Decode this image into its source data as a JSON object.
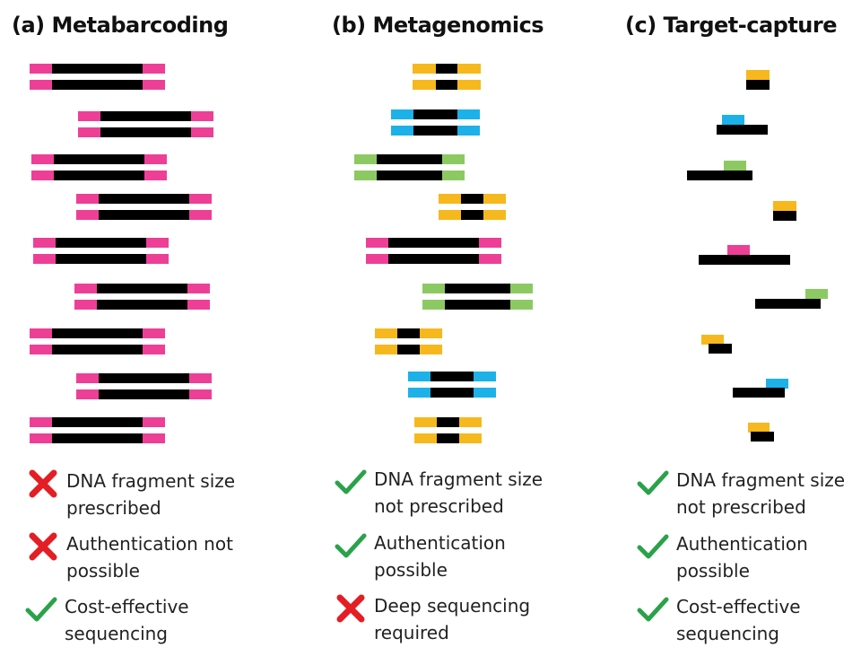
{
  "colors": {
    "insert": "#000000",
    "pink": "#ee3f97",
    "yellow": "#f7b81d",
    "blue": "#1cb1e8",
    "green": "#8dc963",
    "cross": "#e31e24",
    "check": "#2aa24a"
  },
  "panels": [
    {
      "title": "(a) Metabarcoding",
      "criteria": [
        {
          "icon": "cross-icon",
          "text": "DNA fragment size\nprescribed"
        },
        {
          "icon": "cross-icon",
          "text": "Authentication not\npossible"
        },
        {
          "icon": "check-icon",
          "text": "Cost-effective\nsequencing"
        }
      ]
    },
    {
      "title": "(b) Metagenomics",
      "criteria": [
        {
          "icon": "check-icon",
          "text": "DNA fragment size\nnot prescribed"
        },
        {
          "icon": "check-icon",
          "text": "Authentication\npossible"
        },
        {
          "icon": "cross-icon",
          "text": "Deep sequencing\nrequired"
        }
      ]
    },
    {
      "title": "(c) Target-capture",
      "criteria": [
        {
          "icon": "check-icon",
          "text": "DNA fragment size\nnot prescribed"
        },
        {
          "icon": "check-icon",
          "text": "Authentication\npossible"
        },
        {
          "icon": "check-icon",
          "text": "Cost-effective\nsequencing"
        }
      ]
    }
  ]
}
